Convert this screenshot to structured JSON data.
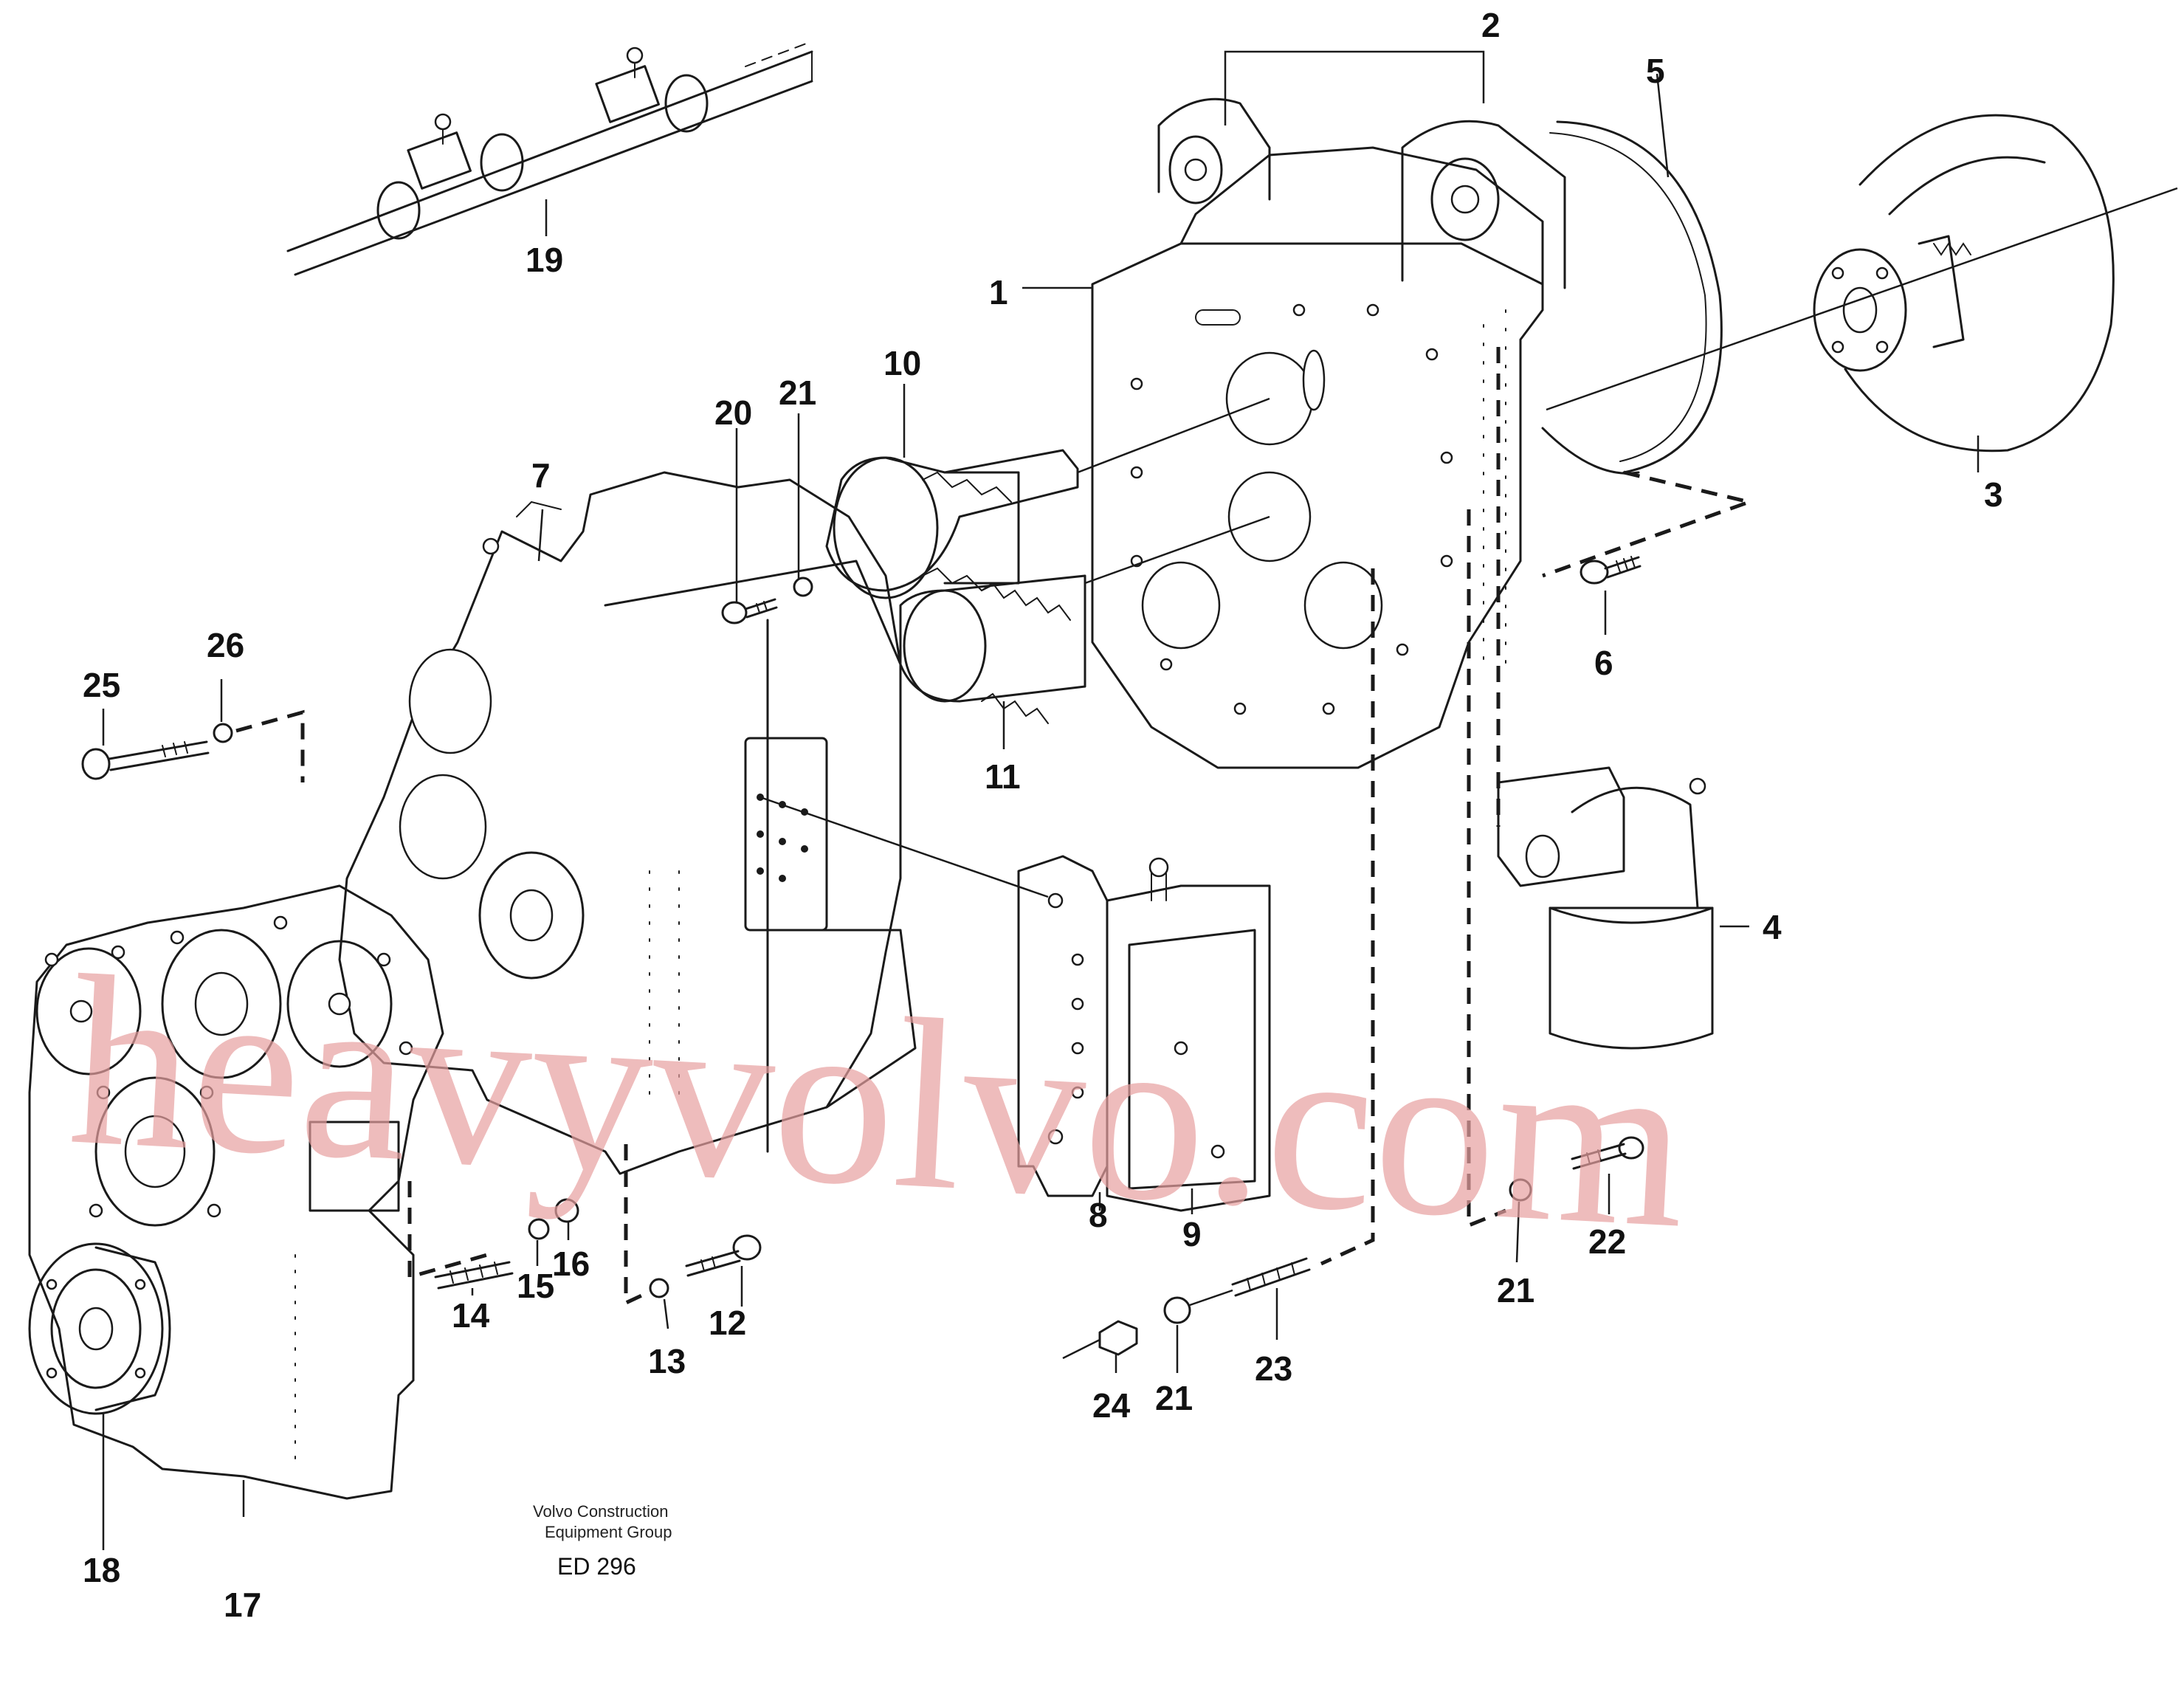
{
  "part_labels": {
    "n1": "1",
    "n2": "2",
    "n3": "3",
    "n4": "4",
    "n5": "5",
    "n6": "6",
    "n7": "7",
    "n8": "8",
    "n9": "9",
    "n10": "10",
    "n11": "11",
    "n12": "12",
    "n13": "13",
    "n14": "14",
    "n15": "15",
    "n16": "16",
    "n17": "17",
    "n18": "18",
    "n19": "19",
    "n20": "20",
    "n21a": "21",
    "n21b": "21",
    "n21c": "21",
    "n22": "22",
    "n23": "23",
    "n24": "24",
    "n25": "25",
    "n26": "26"
  },
  "caption": {
    "line1": "Volvo Construction",
    "line2": "Equipment Group",
    "code": "ED 296"
  },
  "watermark": {
    "text": "heavyvolvo.com",
    "color": "#e8a0a0"
  },
  "colors": {
    "ink": "#1a1a1a",
    "background": "#ffffff"
  }
}
